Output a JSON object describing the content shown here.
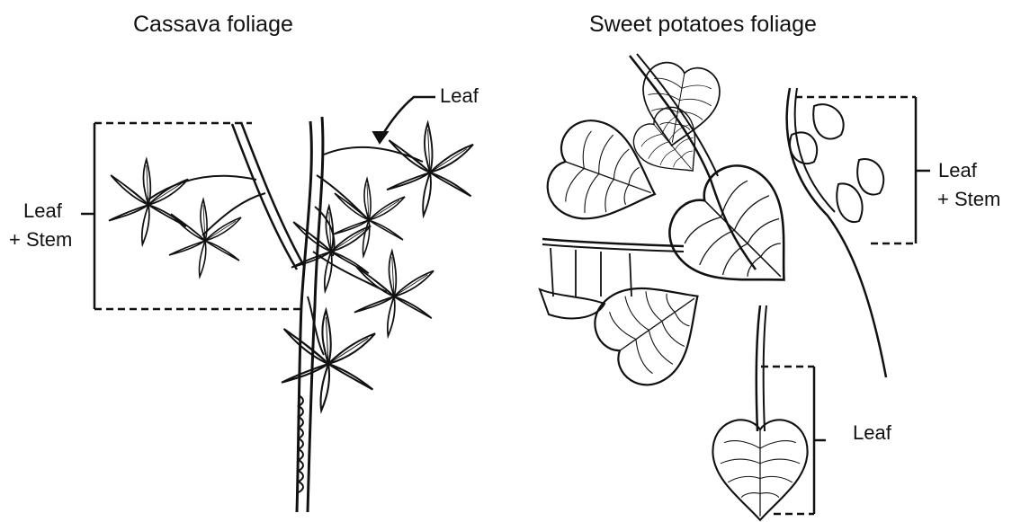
{
  "panels": [
    {
      "title": "Cassava foliage",
      "labels": {
        "leaf": "Leaf",
        "leaf_stem_line1": "Leaf",
        "leaf_stem_line2": "+ Stem"
      }
    },
    {
      "title": "Sweet potatoes foliage",
      "labels": {
        "leaf_stem_line1": "Leaf",
        "leaf_stem_line2": "+ Stem",
        "leaf": "Leaf"
      }
    }
  ]
}
